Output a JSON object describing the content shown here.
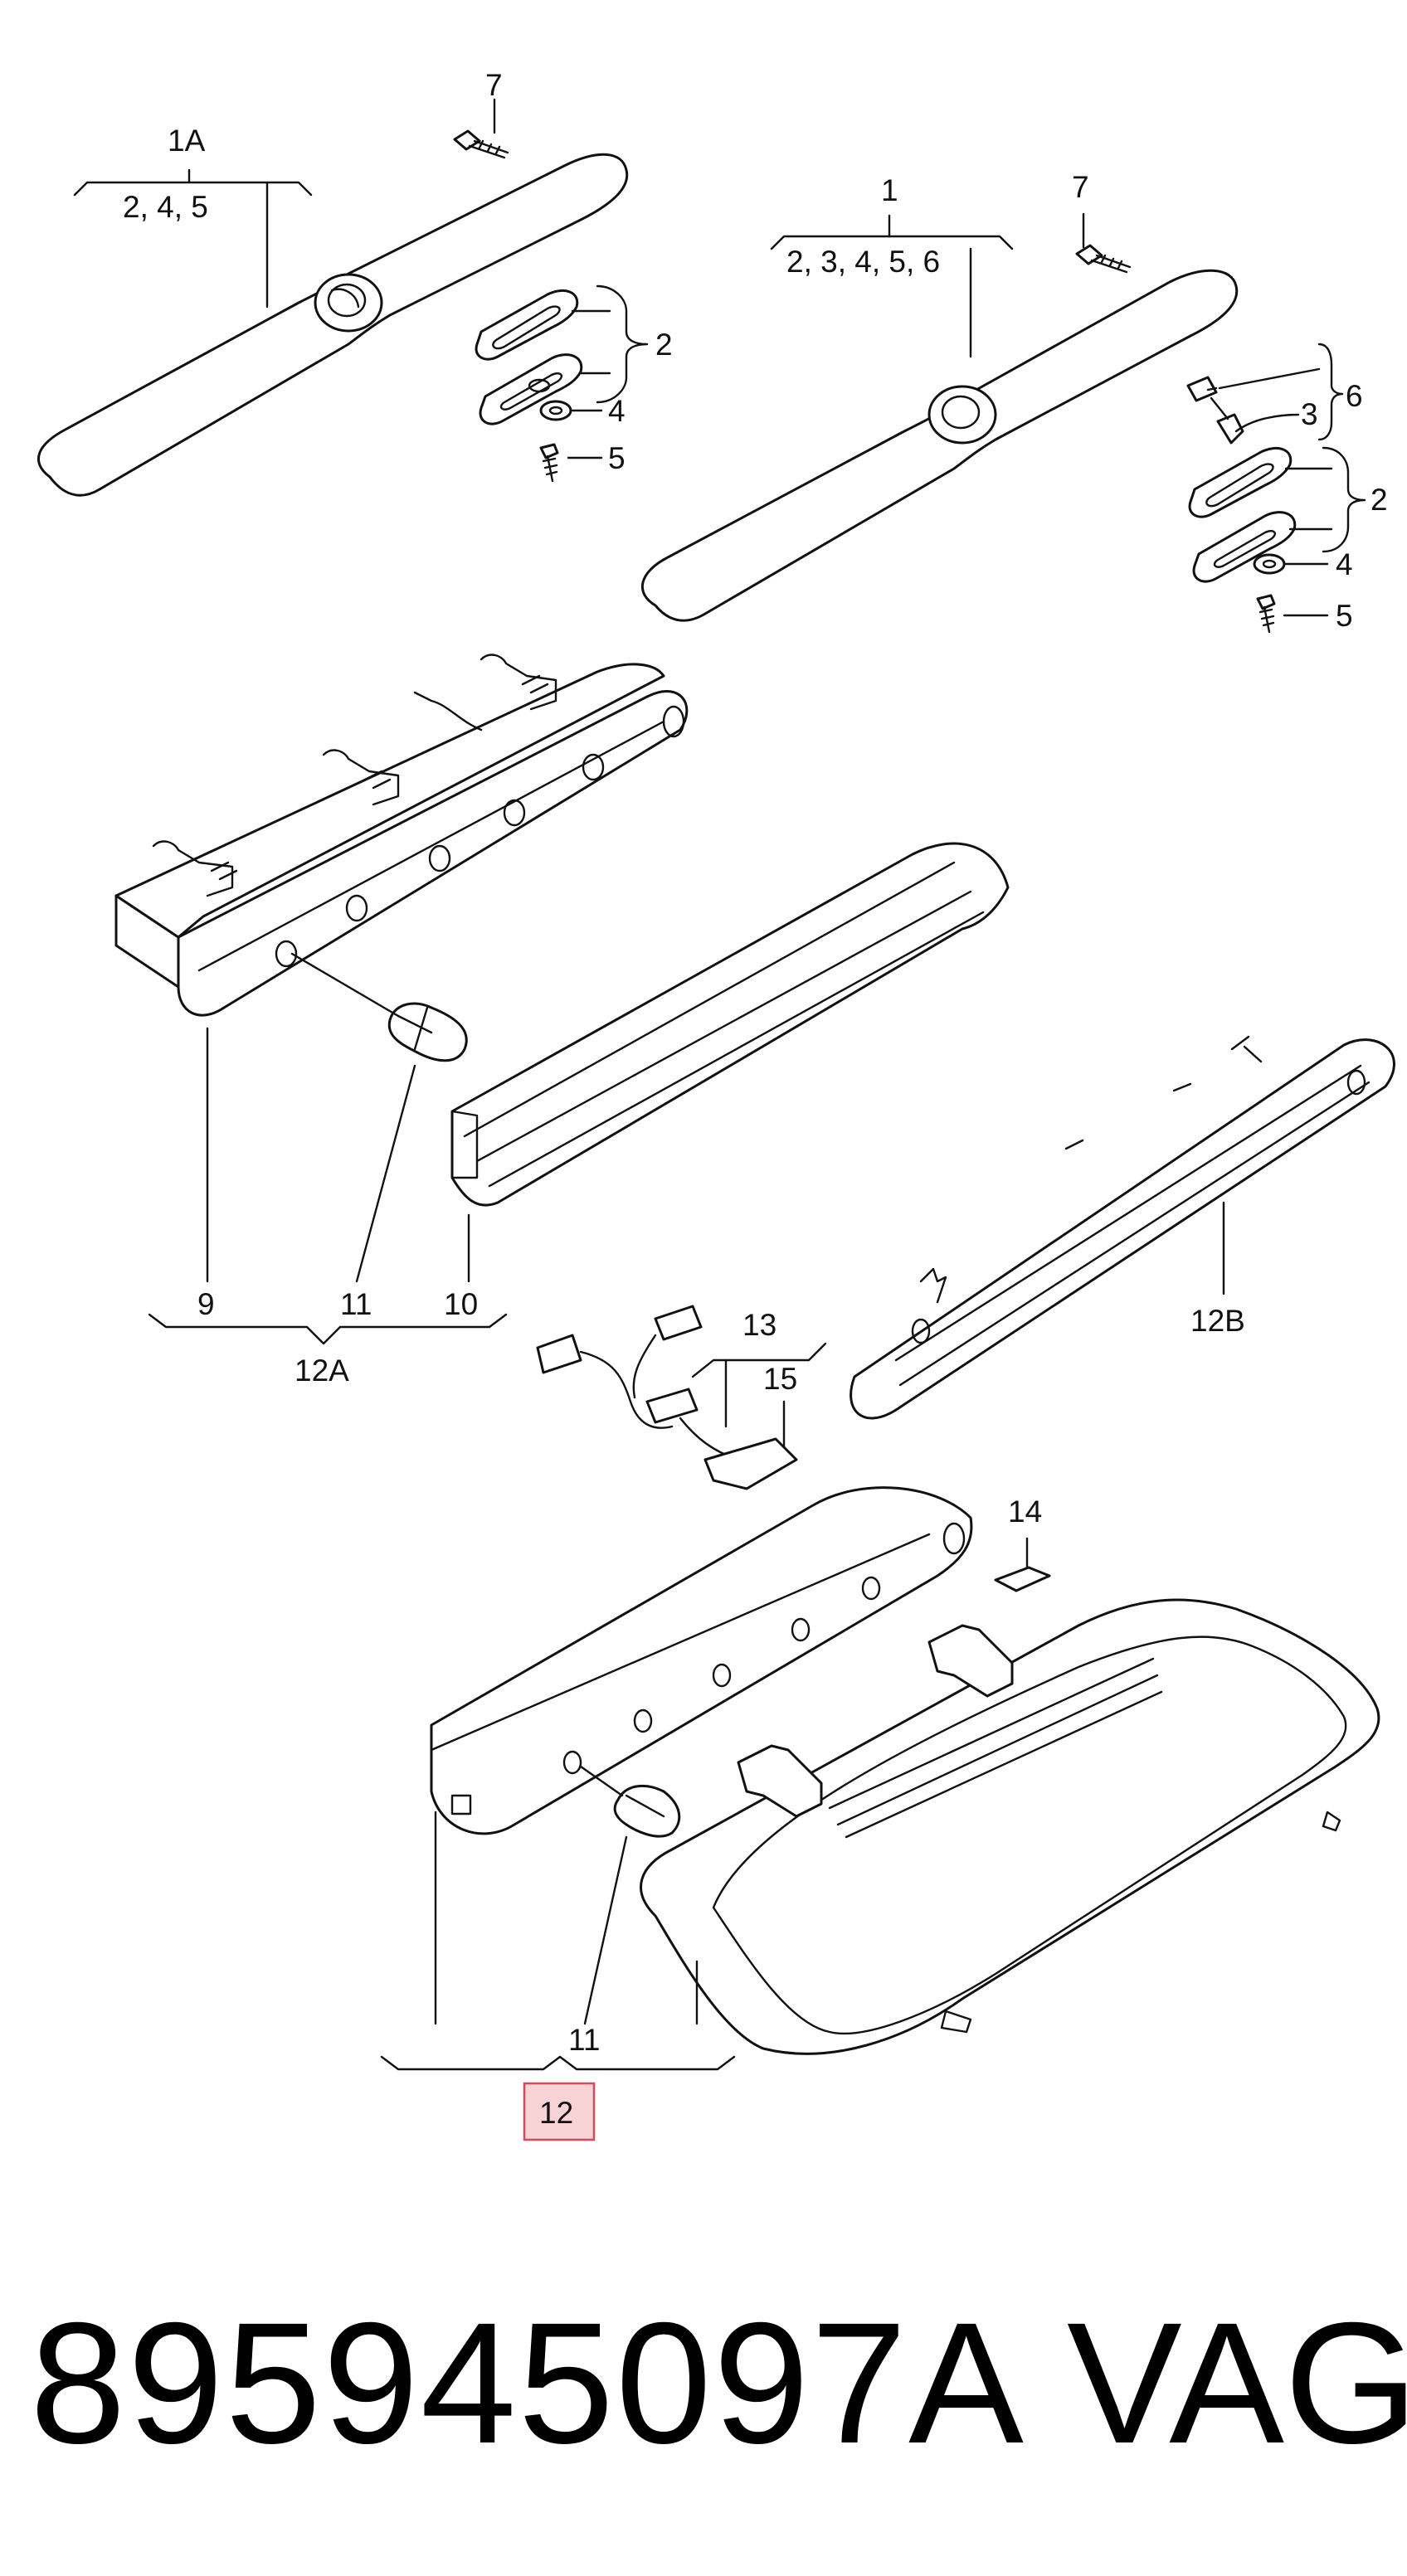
{
  "diagram": {
    "callouts": {
      "c_1A": "1A",
      "c_1A_sub": "2, 4, 5",
      "c_7_left": "7",
      "c_2_left": "2",
      "c_4_left": "4",
      "c_5_left": "5",
      "c_1": "1",
      "c_1_sub": "2, 3, 4, 5, 6",
      "c_7_right": "7",
      "c_6": "6",
      "c_3": "3",
      "c_2_right": "2",
      "c_4_right": "4",
      "c_5_right": "5",
      "c_9": "9",
      "c_11_top": "11",
      "c_10": "10",
      "c_12A": "12A",
      "c_12B": "12B",
      "c_13": "13",
      "c_15": "15",
      "c_14": "14",
      "c_11_bottom": "11",
      "c_12": "12"
    },
    "highlighted_callout": "12",
    "highlight_color": "#f7d3d6",
    "highlight_border_color": "#d84a5a"
  },
  "footer": {
    "part_number": "895945097A",
    "brand": "VAG"
  }
}
